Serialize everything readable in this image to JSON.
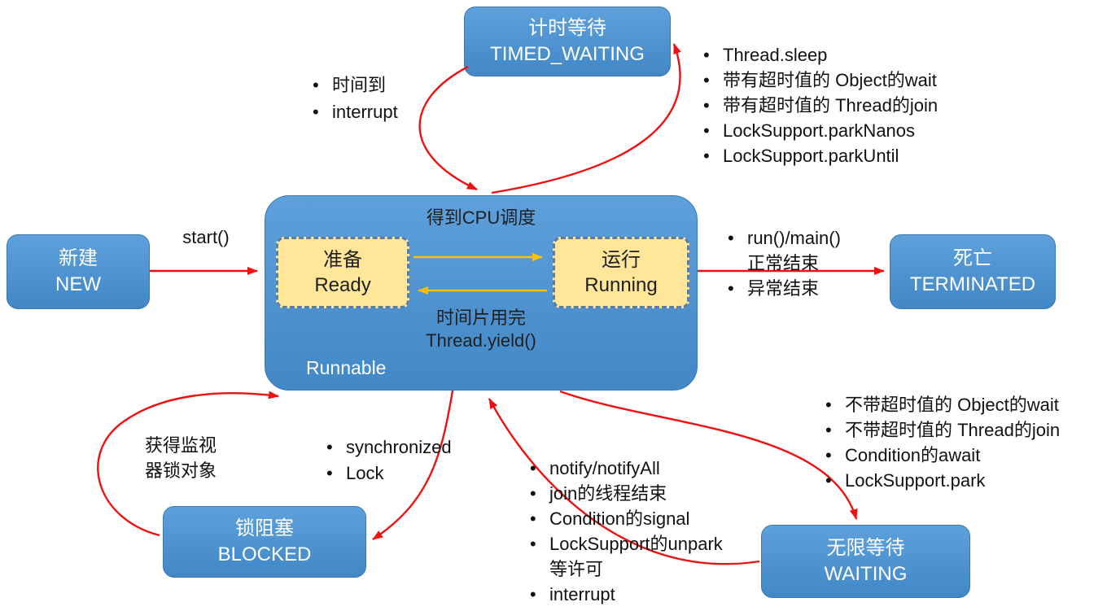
{
  "colors": {
    "box_blue": "#4288c6",
    "box_blue_light": "#5da0dc",
    "box_blue_border": "#3c79b0",
    "inner_yellow": "#ffe699",
    "inner_yellow_border": "#5a7ea6",
    "arrow_red": "#ee1111",
    "arrow_orange": "#ffc000",
    "ink": "#111111"
  },
  "nodes": {
    "new": {
      "zh": "新建",
      "en": "NEW"
    },
    "timed_waiting": {
      "zh": "计时等待",
      "en": "TIMED_WAITING"
    },
    "terminated": {
      "zh": "死亡",
      "en": "TERMINATED"
    },
    "blocked": {
      "zh": "锁阻塞",
      "en": "BLOCKED"
    },
    "waiting": {
      "zh": "无限等待",
      "en": "WAITING"
    },
    "runnable": {
      "label": "Runnable",
      "ready": {
        "zh": "准备",
        "en": "Ready"
      },
      "running": {
        "zh": "运行",
        "en": "Running"
      },
      "to_running_label": "得到CPU调度",
      "to_ready_label_1": "时间片用完",
      "to_ready_label_2": "Thread.yield()"
    }
  },
  "edges": {
    "start_label": "start()",
    "timed_to_runnable": [
      "时间到",
      "interrupt"
    ],
    "runnable_to_timed": [
      "Thread.sleep",
      "带有超时值的 Object的wait",
      "带有超时值的 Thread的join",
      "LockSupport.parkNanos",
      "LockSupport.parkUntil"
    ],
    "runnable_to_terminated": [
      "run()/main()",
      "正常结束",
      "异常结束"
    ],
    "blocked_to_runnable_label": [
      "获得监视",
      "器锁对象"
    ],
    "runnable_to_blocked": [
      "synchronized",
      "Lock"
    ],
    "waiting_to_runnable": [
      "notify/notifyAll",
      "join的线程结束",
      "Condition的signal",
      "LockSupport的unpark",
      "等许可",
      "interrupt"
    ],
    "runnable_to_waiting": [
      "不带超时值的 Object的wait",
      "不带超时值的 Thread的join",
      "Condition的await",
      "LockSupport.park"
    ]
  }
}
